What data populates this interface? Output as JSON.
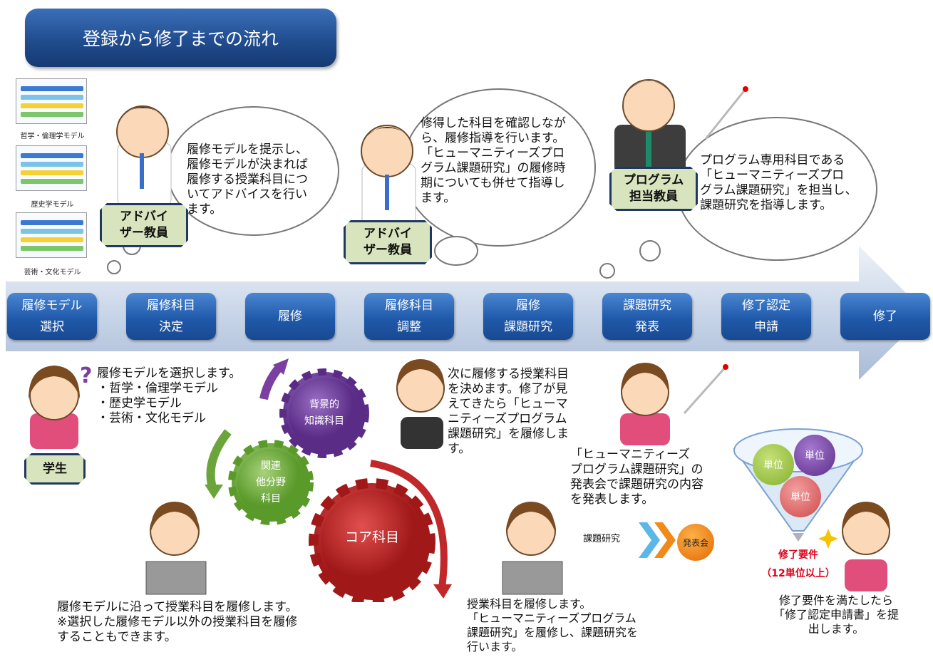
{
  "title": "登録から修了までの流れ",
  "models": [
    {
      "caption": "哲学・倫理学モデル"
    },
    {
      "caption": "歴史学モデル"
    },
    {
      "caption": "芸術・文化モデル"
    }
  ],
  "steps": [
    {
      "line1": "履修モデル",
      "line2": "選択"
    },
    {
      "line1": "履修科目",
      "line2": "決定"
    },
    {
      "line1": "履修",
      "line2": ""
    },
    {
      "line1": "履修科目",
      "line2": "調整"
    },
    {
      "line1": "履修",
      "line2": "課題研究"
    },
    {
      "line1": "課題研究",
      "line2": "発表"
    },
    {
      "line1": "修了認定",
      "line2": "申請"
    },
    {
      "line1": "修了",
      "line2": ""
    }
  ],
  "advisor1": {
    "tag1": "アドバイ",
    "tag2": "ザー教員",
    "text": [
      "履修モデルを提示し、",
      "履修モデルが決まれば",
      "履修する授業科目につ",
      "いてアドバイスを行い",
      "ます。"
    ]
  },
  "advisor2": {
    "tag1": "アドバイ",
    "tag2": "ザー教員",
    "text": [
      "修得した科目を確認しなが",
      "ら、履修指導を行います。",
      "「ヒューマニティーズプロ",
      "グラム課題研究」の履修時",
      "期についても併せて指導し",
      "ます。"
    ]
  },
  "program_teacher": {
    "tag1": "プログラム",
    "tag2": "担当教員",
    "text": [
      "プログラム専用科目である",
      "「ヒューマニティーズプロ",
      "グラム課題研究」を担当し、",
      "課題研究を指導します。"
    ]
  },
  "student": {
    "tag": "学生",
    "question_mark": "?",
    "text": [
      "履修モデルを選択します。",
      "・哲学・倫理学モデル",
      "・歴史学モデル",
      "・芸術・文化モデル"
    ]
  },
  "gears": {
    "background": [
      "背景的",
      "知識科目"
    ],
    "related": [
      "関連",
      "他分野",
      "科目"
    ],
    "core": "コア科目"
  },
  "adjust_text": [
    "次に履修する授業科目",
    "を決めます。修了が見",
    "えてきたら「ヒューマ",
    "ニティーズプログラム",
    "課題研究」を履修しま",
    "す。"
  ],
  "presentation_text": [
    "「ヒューマニティーズ",
    "プログラム課題研究」の",
    "発表会で課題研究の内容",
    "を発表します。"
  ],
  "research_label": "課題研究",
  "presentation_label": "発表会",
  "course_text": [
    "履修モデルに沿って授業科目を履修します。",
    "※選択した履修モデル以外の授業科目を履修",
    "することもできます。"
  ],
  "research_text": [
    "授業科目を履修します。",
    "「ヒューマニティーズプログラム",
    "課題研究」を履修し、課題研究を",
    "行います。"
  ],
  "funnel": {
    "unit": "単位"
  },
  "requirement": {
    "line1": "修了要件",
    "line2": "（12単位以上）"
  },
  "completion_text": [
    "修了要件を満たしたら",
    "「修了認定申請書」を提",
    "出します。"
  ]
}
